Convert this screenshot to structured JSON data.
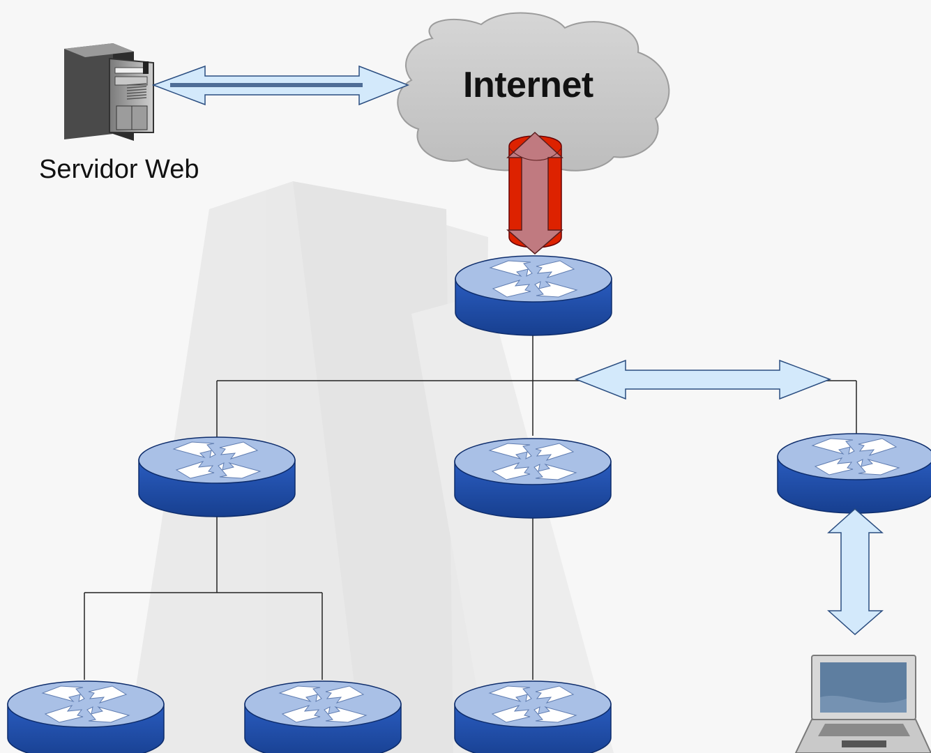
{
  "labels": {
    "internet": "Internet",
    "web_server": "Servidor Web"
  },
  "nodes": {
    "cloud": {
      "icon": "cloud-icon"
    },
    "server": {
      "icon": "server-tower-icon"
    },
    "laptop": {
      "icon": "laptop-icon"
    },
    "routers": [
      {
        "id": "router-core",
        "icon": "router-icon"
      },
      {
        "id": "router-mid-left",
        "icon": "router-icon"
      },
      {
        "id": "router-mid-center",
        "icon": "router-icon"
      },
      {
        "id": "router-mid-right",
        "icon": "router-icon"
      },
      {
        "id": "router-bottom-left",
        "icon": "router-icon"
      },
      {
        "id": "router-bottom-middle",
        "icon": "router-icon"
      },
      {
        "id": "router-bottom-center",
        "icon": "router-icon"
      }
    ]
  },
  "colors": {
    "background": "#f7f7f7",
    "router_top": "#a9c0e6",
    "router_side": "#1f4fa8",
    "arrow_light": "#d3e9fb",
    "arrow_red": "#dd2200",
    "arrow_red_inner": "#c07a80",
    "link_line": "#222222"
  }
}
